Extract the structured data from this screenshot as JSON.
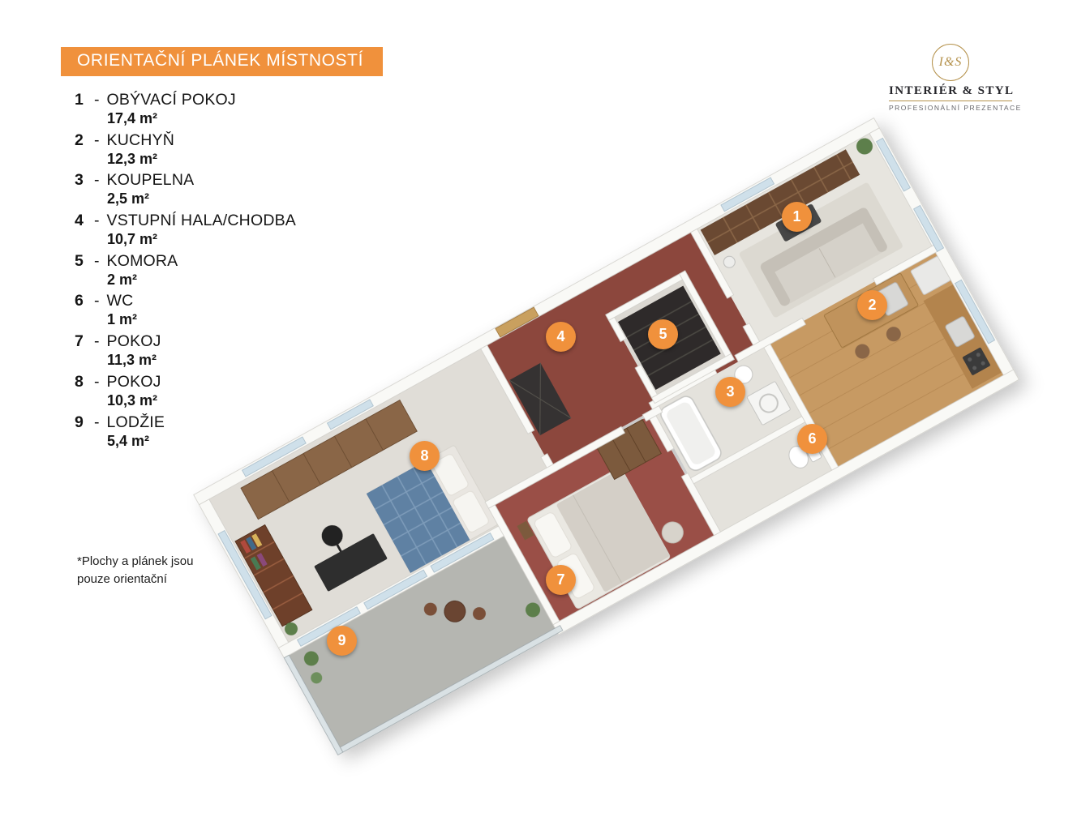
{
  "title": "ORIENTAČNÍ PLÁNEK MÍSTNOSTÍ",
  "logo": {
    "monogram": "I&S",
    "name": "INTERIÉR & STYL",
    "tagline": "PROFESIONÁLNÍ PREZENTACE"
  },
  "footnote": {
    "line1": "*Plochy  a plánek jsou",
    "line2": "pouze orientační"
  },
  "legend": {
    "separator": "-",
    "items": [
      {
        "number": "1",
        "name": "OBÝVACÍ POKOJ",
        "area": "17,4 m²"
      },
      {
        "number": "2",
        "name": "KUCHYŇ",
        "area": "12,3 m²"
      },
      {
        "number": "3",
        "name": "KOUPELNA",
        "area": "2,5 m²"
      },
      {
        "number": "4",
        "name": "VSTUPNÍ HALA/CHODBA",
        "area": "10,7 m²"
      },
      {
        "number": "5",
        "name": "KOMORA",
        "area": "2 m²"
      },
      {
        "number": "6",
        "name": "WC",
        "area": "1 m²"
      },
      {
        "number": "7",
        "name": "POKOJ",
        "area": "11,3 m²"
      },
      {
        "number": "8",
        "name": "POKOJ",
        "area": "10,3 m²"
      },
      {
        "number": "9",
        "name": "LODŽIE",
        "area": "5,4 m²"
      }
    ]
  },
  "colors": {
    "accent": "#f0913c",
    "carpet": "#9a4f46",
    "carpet_dark": "#8c463d",
    "wood": "#c79a63",
    "logo_gold": "#b5924c"
  }
}
